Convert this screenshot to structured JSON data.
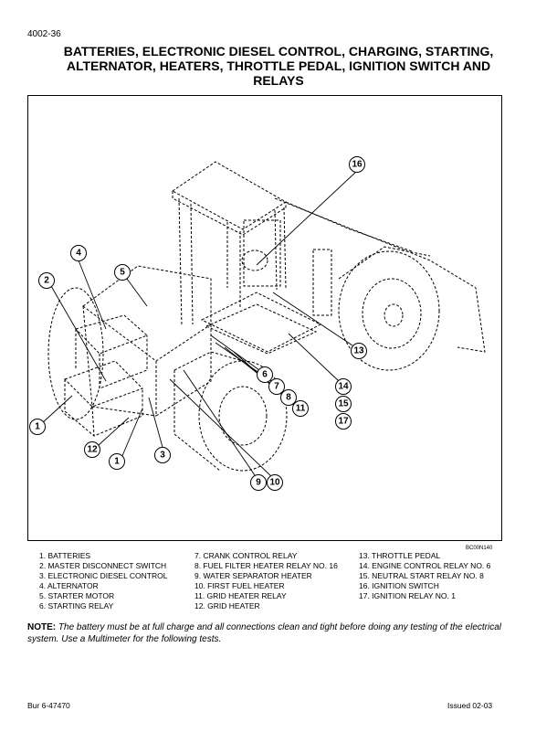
{
  "header": {
    "page_number": "4002-36"
  },
  "title": {
    "line1": "BATTERIES, ELECTRONIC DIESEL CONTROL, CHARGING, STARTING,",
    "line2": "ALTERNATOR, HEATERS, THROTTLE PEDAL, IGNITION SWITCH AND",
    "line3": "RELAYS"
  },
  "figure": {
    "code": "BC00N140",
    "callouts": [
      "16",
      "4",
      "5",
      "2",
      "13",
      "6",
      "7",
      "14",
      "8",
      "11",
      "15",
      "17",
      "1",
      "12",
      "1",
      "3",
      "9",
      "10"
    ]
  },
  "legend": {
    "col1": [
      "1. BATTERIES",
      "2. MASTER DISCONNECT SWITCH",
      "3. ELECTRONIC DIESEL CONTROL",
      "4. ALTERNATOR",
      "5. STARTER MOTOR",
      "6. STARTING RELAY"
    ],
    "col2": [
      "7. CRANK CONTROL RELAY",
      "8. FUEL FILTER HEATER RELAY NO. 16",
      "9. WATER SEPARATOR HEATER",
      "10. FIRST FUEL HEATER",
      "11. GRID HEATER RELAY",
      "12. GRID HEATER"
    ],
    "col3": [
      "13. THROTTLE PEDAL",
      "14. ENGINE CONTROL RELAY NO. 6",
      "15. NEUTRAL START RELAY NO. 8",
      "16. IGNITION SWITCH",
      "17. IGNITION RELAY NO. 1"
    ]
  },
  "note": {
    "label": "NOTE:",
    "text": " The battery must be at full charge and all connections clean and tight before doing any testing of the electrical system. Use a Multimeter for the following tests."
  },
  "footer": {
    "left": "Bur 6-47470",
    "right": "Issued 02-03"
  }
}
